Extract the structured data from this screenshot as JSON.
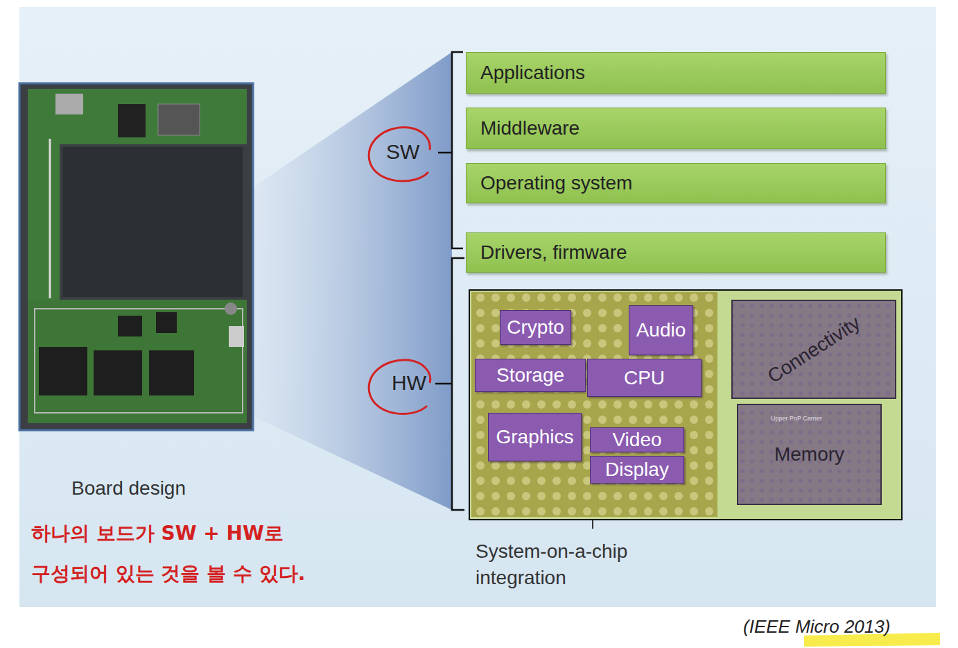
{
  "diagram": {
    "caption": "(IEEE Micro 2013)",
    "nodes": [
      {
        "text": [
          "Applications"
        ]
      },
      {
        "text": [
          "Middleware"
        ]
      },
      {
        "text": [
          "Operating system"
        ]
      },
      {
        "text": [
          "Drivers, firmware"
        ]
      },
      {
        "text": [
          "System-on-a-chip integration"
        ]
      },
      {
        "text": [
          "Crypto"
        ],
        "in": 4
      },
      {
        "text": [
          "Audio"
        ],
        "in": 4
      },
      {
        "text": [
          "Storage"
        ],
        "in": 4
      },
      {
        "text": [
          "CPU"
        ],
        "in": 4
      },
      {
        "text": [
          "Graphics"
        ],
        "in": 4
      },
      {
        "text": [
          "Video"
        ],
        "in": 4
      },
      {
        "text": [
          "Display"
        ],
        "in": 4
      },
      {
        "text": [
          "Connectivity"
        ],
        "in": 4
      },
      {
        "text": [
          "Memory"
        ],
        "in": 4
      }
    ],
    "labels": [
      "SW",
      "HW",
      "Board design",
      "하나의 보드가 SW + HW로",
      "구성되어 있는 것을 볼 수 있다.",
      "Upper PoP Carrier"
    ]
  }
}
